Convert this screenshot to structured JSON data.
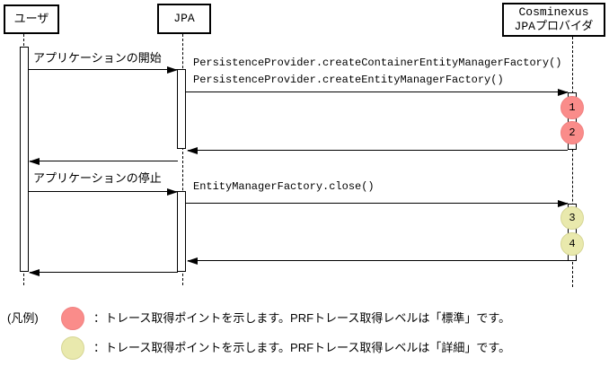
{
  "diagram": {
    "actors": [
      {
        "id": "user",
        "label": "ユーザ"
      },
      {
        "id": "jpa",
        "label": "JPA"
      },
      {
        "id": "provider",
        "label_line1": "Cosminexus",
        "label_line2": "JPAプロバイダ"
      }
    ],
    "messages": [
      {
        "id": "app-start",
        "label": "アプリケーションの開始",
        "from": "user",
        "to": "jpa"
      },
      {
        "id": "create-factory",
        "line1": "PersistenceProvider.createContainerEntityManagerFactory()",
        "line2": "PersistenceProvider.createEntityManagerFactory()",
        "from": "jpa",
        "to": "provider"
      },
      {
        "id": "return-create",
        "label": "",
        "from": "provider",
        "to": "jpa"
      },
      {
        "id": "return-start",
        "label": "",
        "from": "jpa",
        "to": "user"
      },
      {
        "id": "app-stop",
        "label": "アプリケーションの停止",
        "from": "user",
        "to": "jpa"
      },
      {
        "id": "factory-close",
        "label": "EntityManagerFactory.close()",
        "from": "jpa",
        "to": "provider"
      },
      {
        "id": "return-close",
        "label": "",
        "from": "provider",
        "to": "jpa"
      },
      {
        "id": "return-stop",
        "label": "",
        "from": "jpa",
        "to": "user"
      }
    ],
    "trace_points": [
      {
        "number": "1",
        "level": "standard"
      },
      {
        "number": "2",
        "level": "standard"
      },
      {
        "number": "3",
        "level": "detail"
      },
      {
        "number": "4",
        "level": "detail"
      }
    ],
    "colors": {
      "standard": "#FA8C8A",
      "detail": "#E9E9AD"
    }
  },
  "legend": {
    "title": "(凡例)",
    "items": [
      {
        "level": "standard",
        "color": "#FA8C8A",
        "text": "：トレース取得ポイントを示します。PRFトレース取得レベルは「標準」です。"
      },
      {
        "level": "detail",
        "color": "#E9E9AD",
        "text": "：トレース取得ポイントを示します。PRFトレース取得レベルは「詳細」です。"
      }
    ]
  }
}
